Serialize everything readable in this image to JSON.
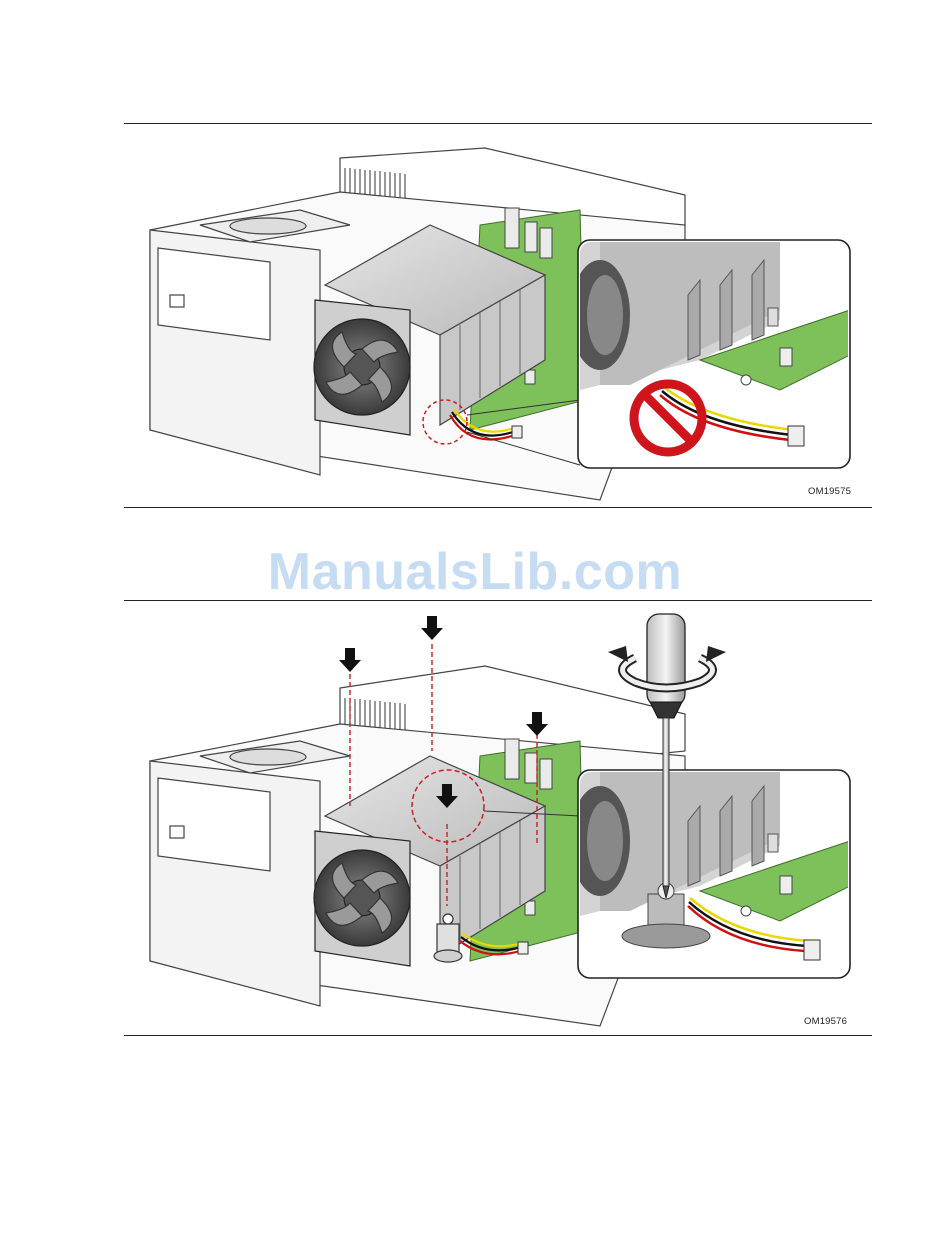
{
  "figures": [
    {
      "id_label": "OM19575",
      "callout": "prohibited-cable-routing"
    },
    {
      "id_label": "OM19576",
      "callout": "screw-fastening"
    }
  ],
  "watermark": {
    "text": "ManualsLib.com"
  },
  "colors": {
    "board_green": "#7ec05a",
    "guide_red": "#cc1f1f",
    "prohibit_red": "#d0141c",
    "arrow_black": "#111111",
    "watermark_blue": "#c6dcf2"
  }
}
